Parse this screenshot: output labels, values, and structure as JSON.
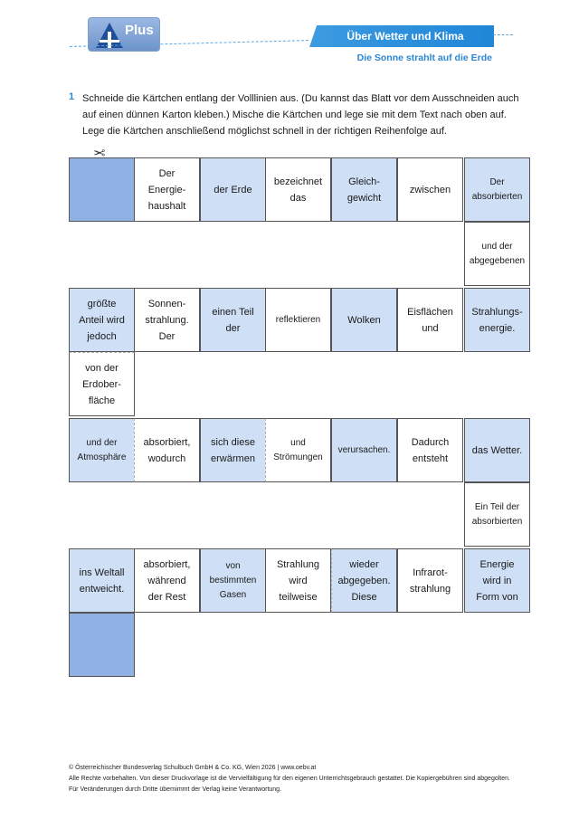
{
  "header": {
    "logo_text": "Plus",
    "title": "Über Wetter und Klima",
    "subtitle": "Die Sonne strahlt auf die Erde"
  },
  "task": {
    "number": "1",
    "text": "Schneide die Kärtchen entlang der Volllinien aus. (Du kannst das Blatt vor dem Ausschneiden auch auf einen dünnen Karton kleben.) Mische die Kärtchen und lege sie mit dem Text nach oben auf. Lege die Kärtchen anschließend möglichst schnell in der richtigen Reihenfolge auf."
  },
  "cards": {
    "r1": [
      "",
      "Der\nEnergie-\nhaushalt",
      "der Erde",
      "bezeichnet\ndas",
      "Gleich-\ngewicht",
      "zwischen",
      "Der\nabsorbierten"
    ],
    "c1": "und der\nabgegebenen",
    "r2": [
      "größte\nAnteil wird\njedoch",
      "Sonnen-\nstrahlung.\nDer",
      "einen Teil\nder",
      "reflektieren",
      "Wolken",
      "Eisflächen\nund",
      "Strahlungs-\nenergie."
    ],
    "c2": "von der\nErdober-\nfläche",
    "r3": [
      "und der\nAtmosphäre",
      "absorbiert,\nwodurch",
      "sich diese\nerwärmen",
      "und\nStrömungen",
      "verursachen.",
      "Dadurch\nentsteht",
      "das Wetter."
    ],
    "c3": "Ein Teil der\nabsorbierten",
    "r4": [
      "ins Weltall\nentweicht.",
      "absorbiert,\nwährend\nder Rest",
      "von\nbestimmten\nGasen",
      "Strahlung\nwird\nteilweise",
      "wieder\nabgegeben.\nDiese",
      "Infrarot-\nstrahlung",
      "Energie\nwird in\nForm von"
    ],
    "c4": ""
  },
  "footer": {
    "line1": "© Österreichischer Bundesverlag Schulbuch GmbH & Co. KG, Wien 2026 | www.oebv.at",
    "line2": "Alle Rechte vorbehalten. Von dieser Druckvorlage ist die Vervielfältigung für den eigenen Unterrichtsgebrauch gestattet. Die Kopiergebühren sind abgegolten.",
    "line3": "Für Veränderungen durch Dritte übernimmt der Verlag keine Verantwortung."
  }
}
